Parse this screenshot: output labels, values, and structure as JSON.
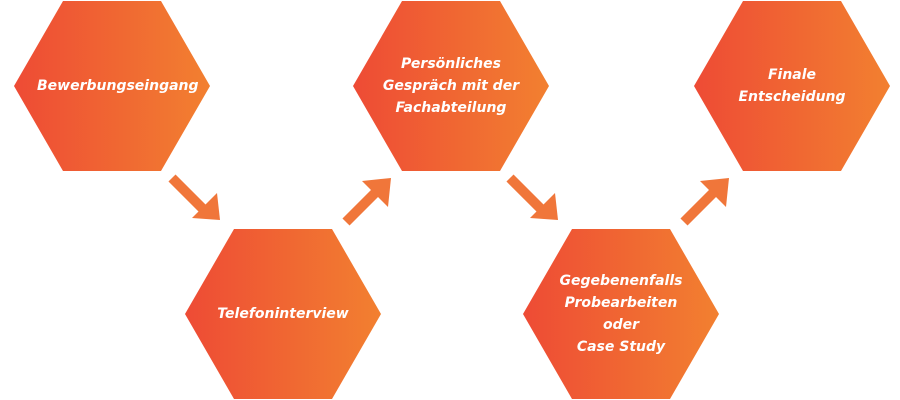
{
  "colors": {
    "gradient_start": "#ee4b35",
    "gradient_end": "#f28030",
    "arrow": "#f0763a",
    "text": "#ffffff",
    "background": "#ffffff"
  },
  "steps": [
    {
      "label": "Bewerbungseingang"
    },
    {
      "label": "Telefoninterview"
    },
    {
      "label": "Persönliches\nGespräch mit der\nFachabteilung"
    },
    {
      "label": "Gegebenenfalls\nProbearbeiten oder\nCase Study"
    },
    {
      "label": "Finale Entscheidung"
    }
  ],
  "arrows": [
    {
      "from": 1,
      "to": 2,
      "direction": "down-right"
    },
    {
      "from": 2,
      "to": 3,
      "direction": "up-right"
    },
    {
      "from": 3,
      "to": 4,
      "direction": "down-right"
    },
    {
      "from": 4,
      "to": 5,
      "direction": "up-right"
    }
  ]
}
